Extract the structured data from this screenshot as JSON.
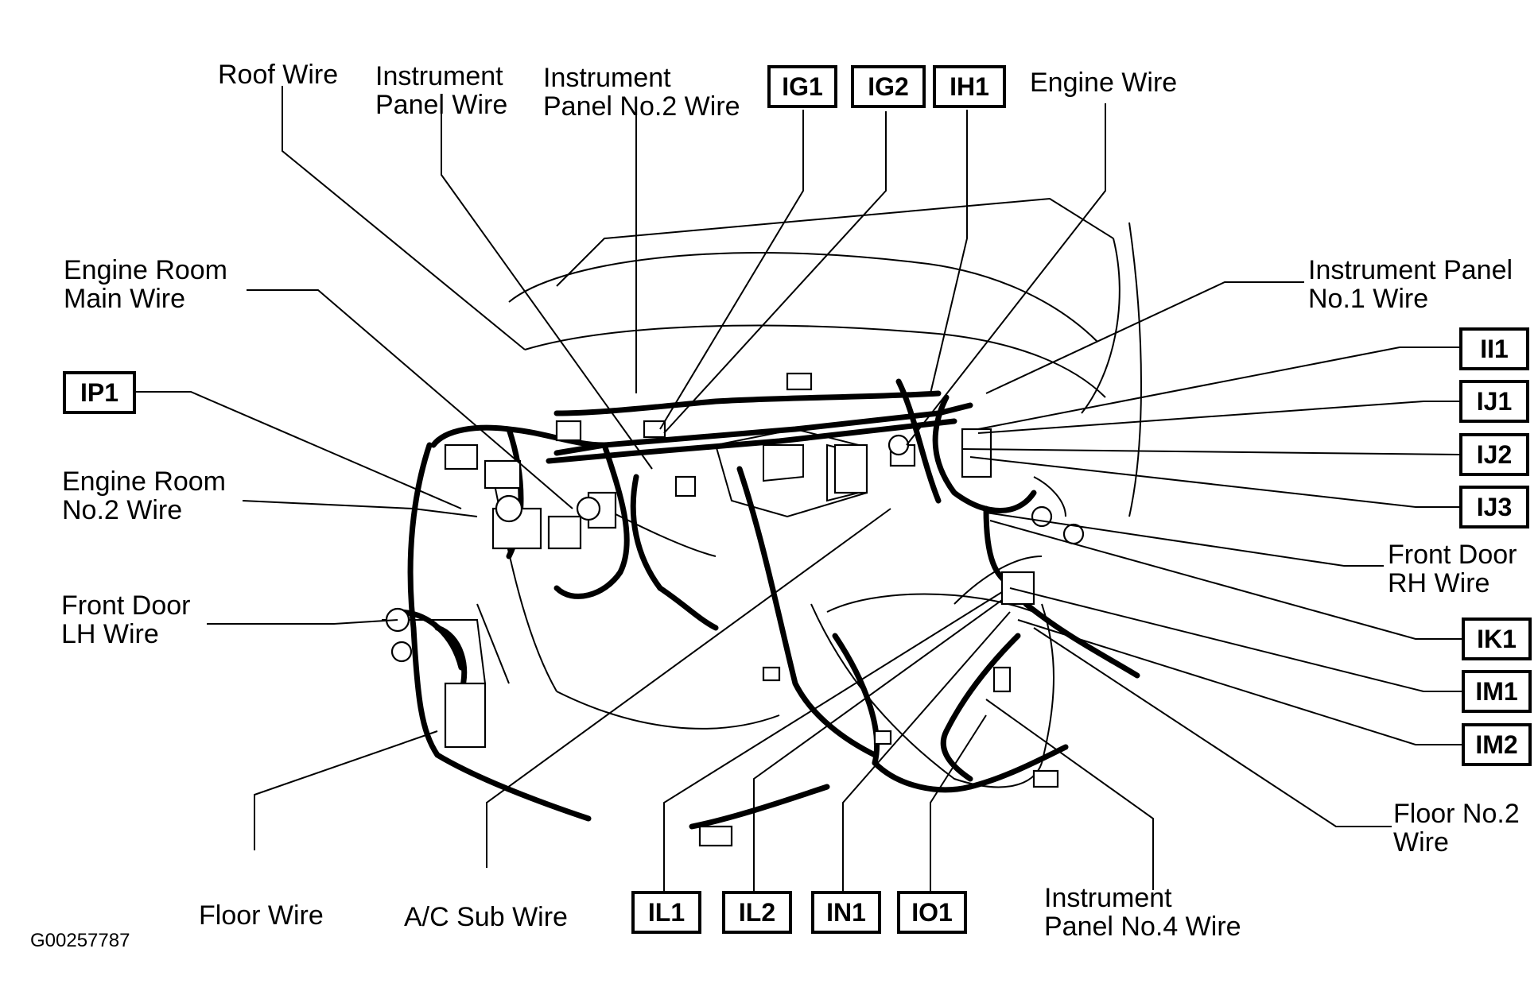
{
  "labels": {
    "roof_wire": "Roof Wire",
    "instrument_panel_wire": [
      "Instrument",
      "Panel Wire"
    ],
    "instrument_panel_no2_wire": [
      "Instrument",
      "Panel No.2 Wire"
    ],
    "engine_wire": "Engine Wire",
    "engine_room_main_wire": [
      "Engine Room",
      "Main Wire"
    ],
    "instrument_panel_no1_wire": [
      "Instrument Panel",
      "No.1 Wire"
    ],
    "engine_room_no2_wire": [
      "Engine Room",
      "No.2 Wire"
    ],
    "front_door_lh_wire": [
      "Front Door",
      "LH Wire"
    ],
    "front_door_rh_wire": [
      "Front Door",
      "RH Wire"
    ],
    "floor_wire": "Floor Wire",
    "ac_sub_wire": "A/C Sub Wire",
    "instrument_panel_no4_wire": [
      "Instrument",
      "Panel No.4 Wire"
    ],
    "floor_no2_wire": [
      "Floor No.2",
      "Wire"
    ]
  },
  "connectors": {
    "ig1": "IG1",
    "ig2": "IG2",
    "ih1": "IH1",
    "ip1": "IP1",
    "ii1": "II1",
    "ij1": "IJ1",
    "ij2": "IJ2",
    "ij3": "IJ3",
    "ik1": "IK1",
    "im1": "IM1",
    "im2": "IM2",
    "il1": "IL1",
    "il2": "IL2",
    "in1": "IN1",
    "io1": "IO1"
  },
  "figure_code": "G00257787"
}
